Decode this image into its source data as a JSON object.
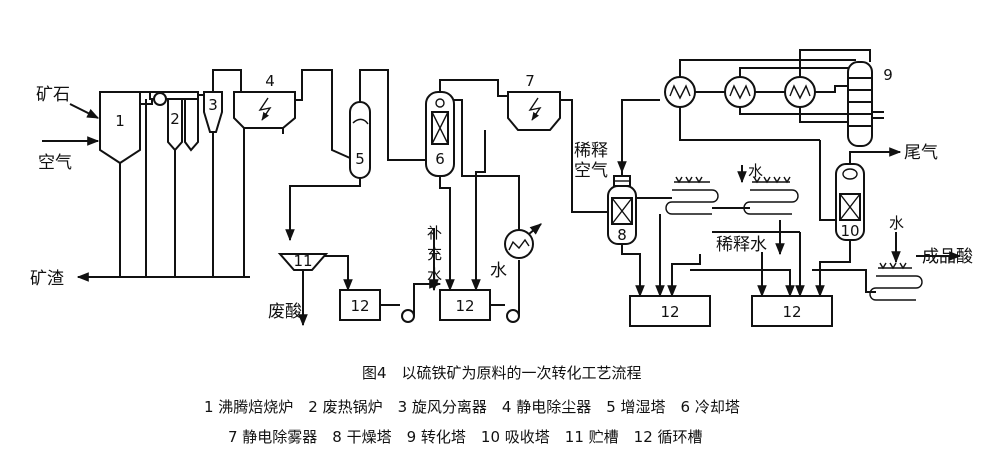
{
  "labels": {
    "ore": "矿石",
    "air": "空气",
    "slag": "矿渣",
    "waste_acid": "废酸",
    "makeup_water_1": "补",
    "makeup_water_2": "充",
    "makeup_water_3": "水",
    "water_cooler": "水",
    "dilution_air_1": "稀释",
    "dilution_air_2": "空气",
    "tail_gas": "尾气",
    "water_top": "水",
    "dilution_water": "稀释水",
    "water_right": "水",
    "product_acid": "成品酸"
  },
  "equipment_numbers": {
    "n1": "1",
    "n2": "2",
    "n3": "3",
    "n4": "4",
    "n5": "5",
    "n6": "6",
    "n7": "7",
    "n8": "8",
    "n9": "9",
    "n10": "10",
    "n11": "11",
    "n12a": "12",
    "n12b": "12",
    "n12c": "12",
    "n12d": "12"
  },
  "caption": {
    "title": "图4　以硫铁矿为原料的一次转化工艺流程",
    "legend_line1": "1 沸腾焙烧炉　2 废热锅炉　3 旋风分离器　4 静电除尘器　5 增湿塔　6 冷却塔",
    "legend_line2": "7 静电除雾器　8 干燥塔　9 转化塔　10 吸收塔　11 贮槽　12 循环槽"
  }
}
